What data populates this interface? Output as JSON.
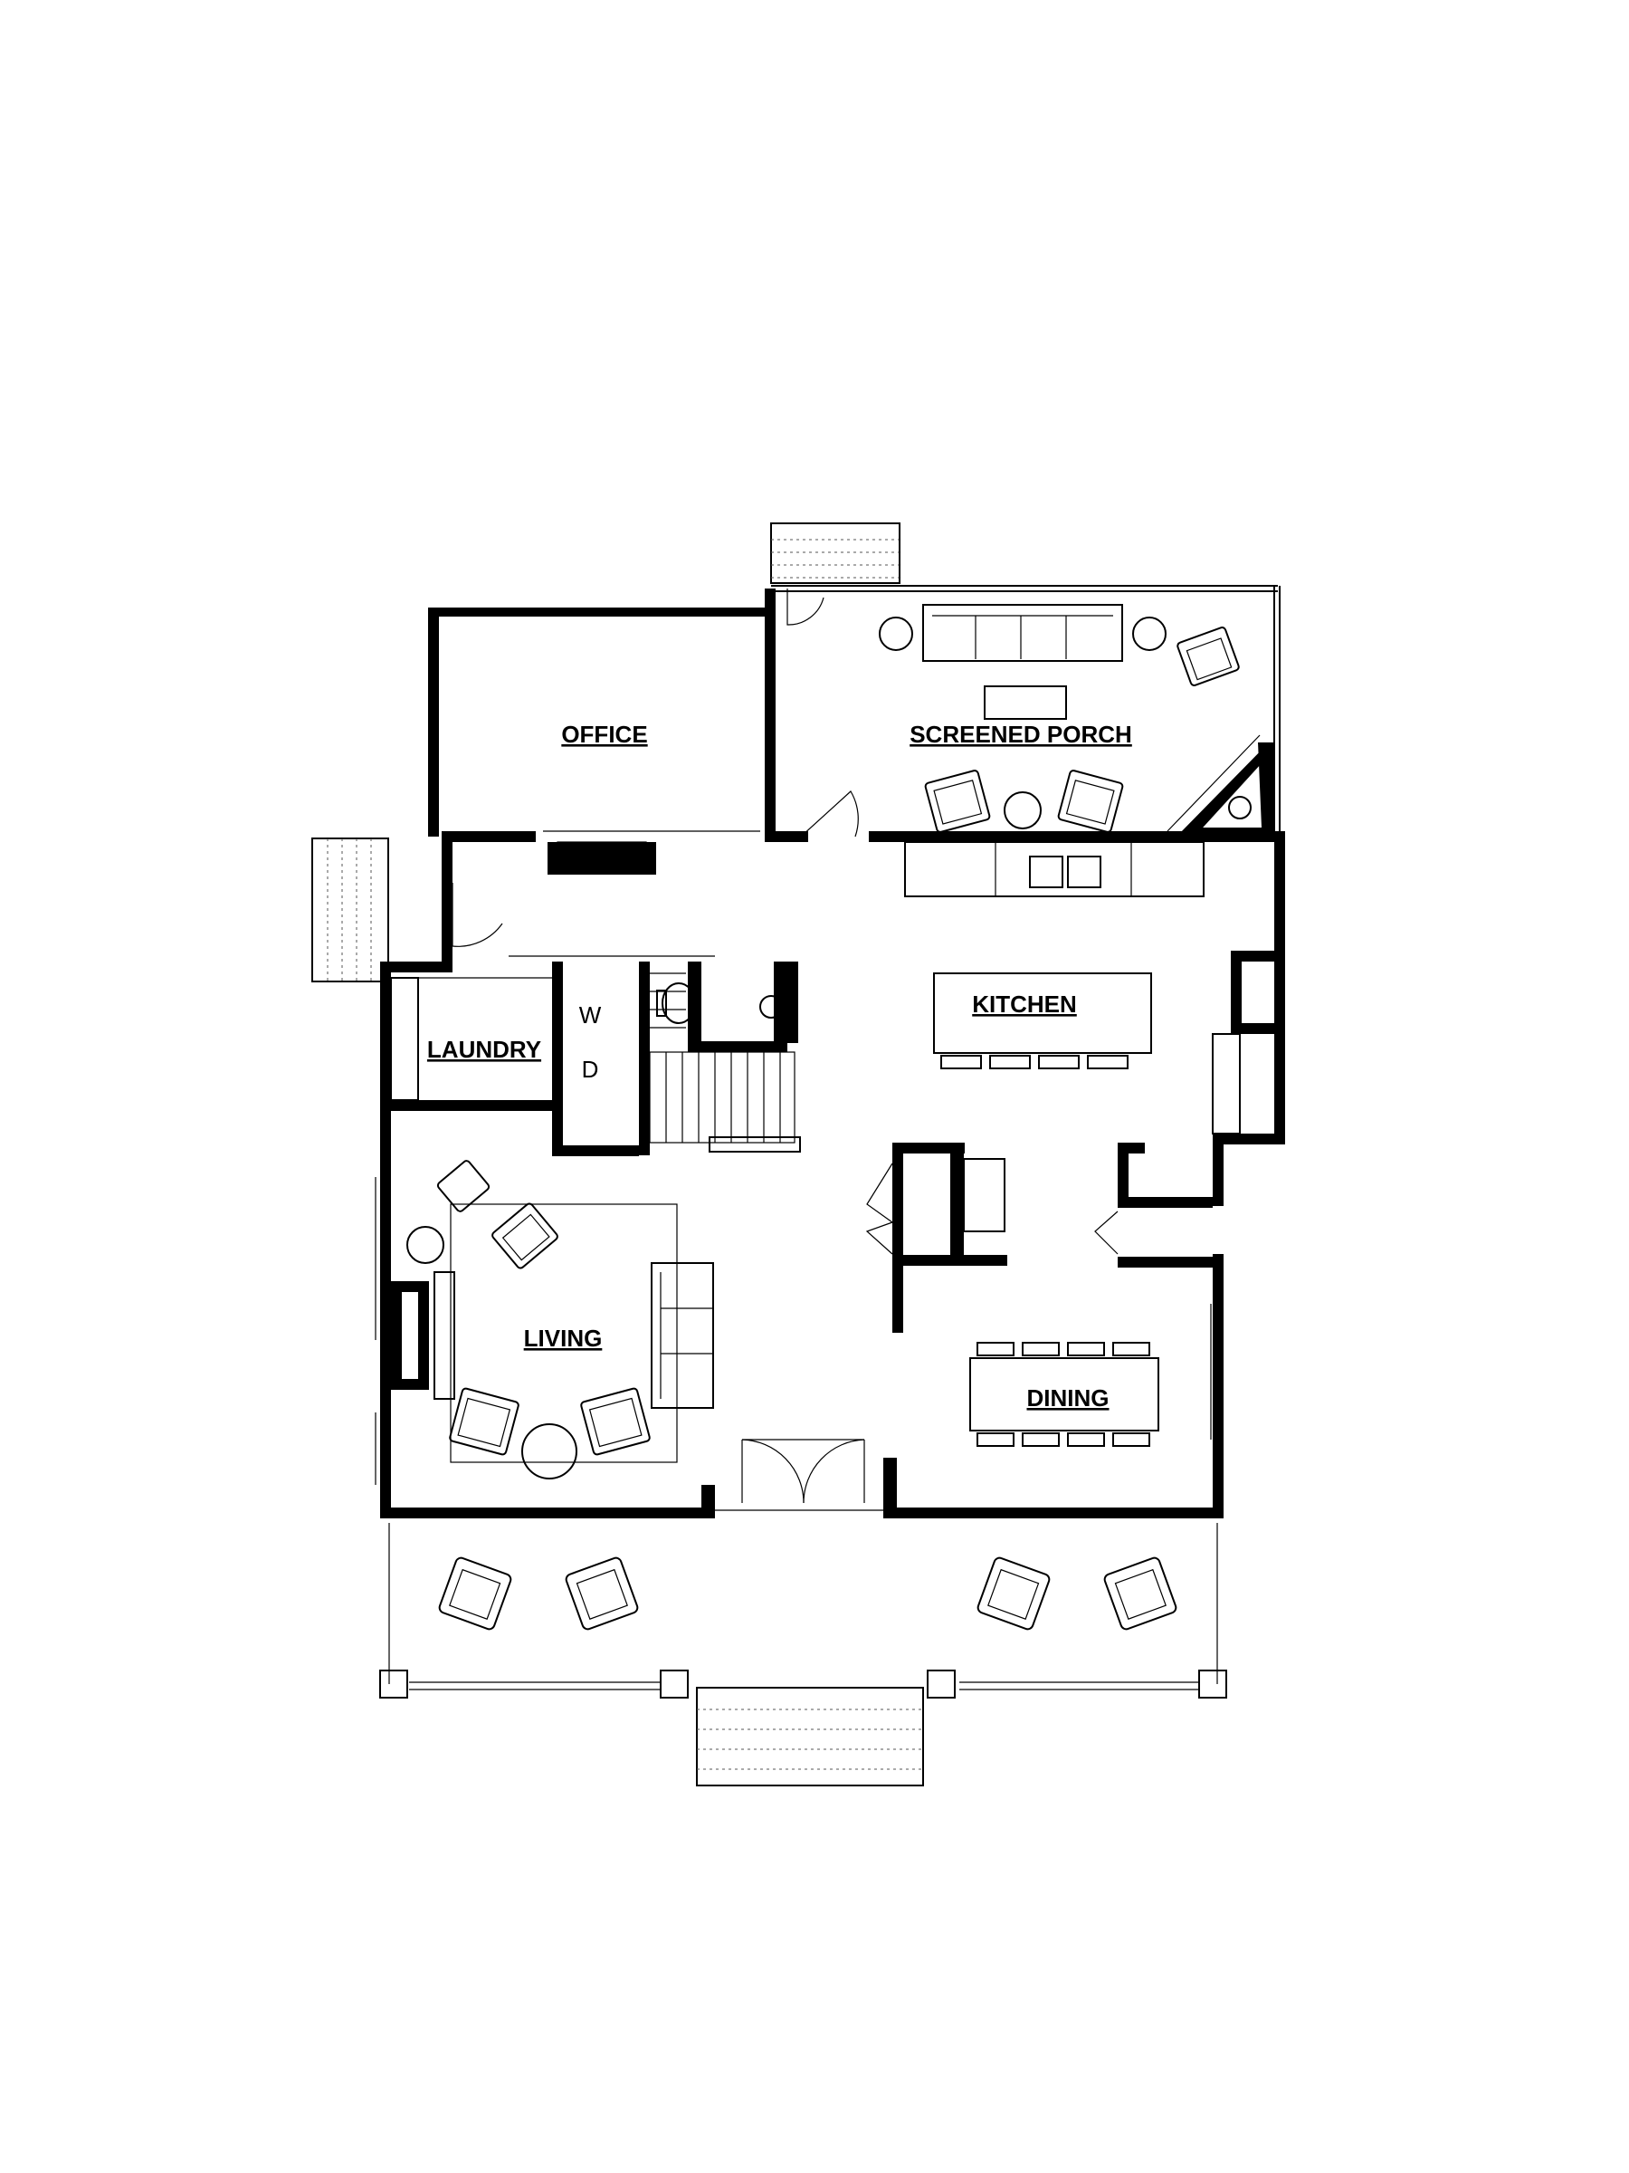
{
  "rooms": {
    "office": "OFFICE",
    "screened_porch": "SCREENED PORCH",
    "kitchen": "KITCHEN",
    "laundry": "LAUNDRY",
    "living": "LIVING",
    "dining": "DINING"
  },
  "appliances": {
    "washer": "W",
    "dryer": "D"
  }
}
